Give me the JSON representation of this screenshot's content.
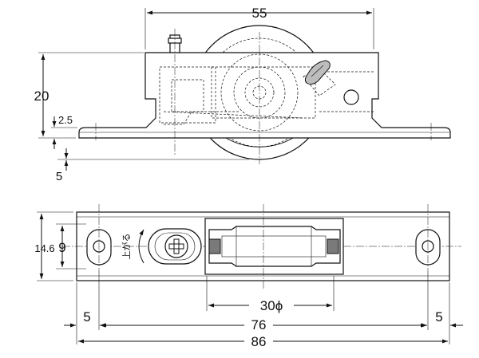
{
  "side_view": {
    "dim_width": "55",
    "dim_height": "20",
    "dim_flange": "2.5",
    "dim_wheel_protrusion": "5"
  },
  "top_view": {
    "dim_width": "14.6",
    "dim_inner_width": "9",
    "dim_wheel_diameter": "30ϕ",
    "dim_edge_left": "5",
    "dim_hole_pitch": "76",
    "dim_edge_right": "5",
    "dim_total_length": "86",
    "adjust_label": "上がる"
  }
}
